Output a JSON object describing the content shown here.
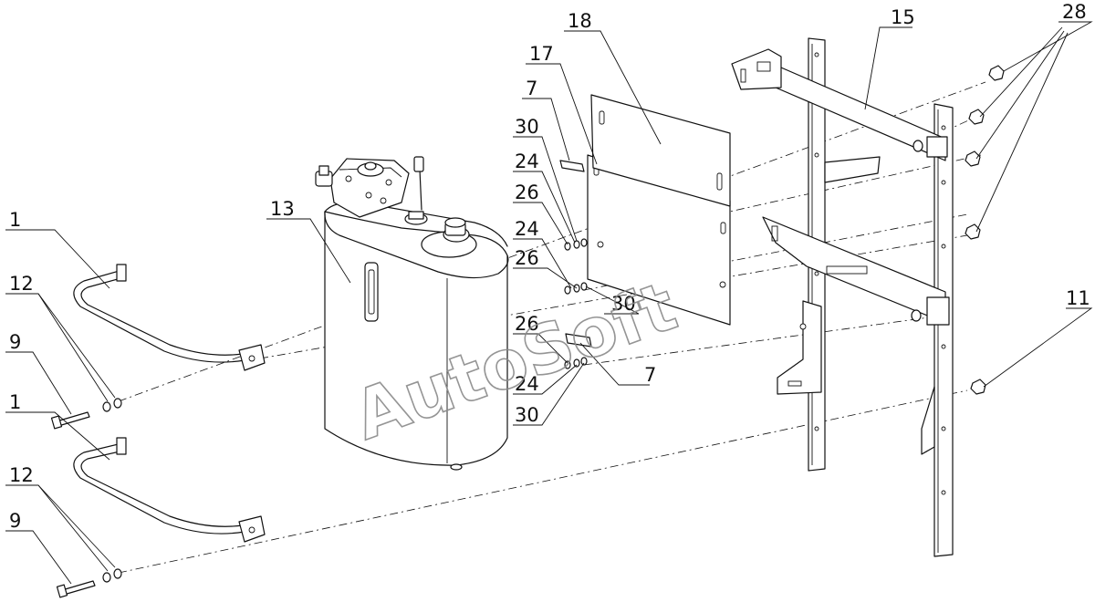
{
  "watermark": "AutoSoft",
  "callouts": {
    "c1_top": "1",
    "c12_top": "12",
    "c9_top": "9",
    "c1_bot": "1",
    "c12_bot": "12",
    "c9_bot": "9",
    "c13": "13",
    "c30_a": "30",
    "c24_a": "24",
    "c26_a": "26",
    "c24_b": "24",
    "c26_b": "26",
    "c26_c": "26",
    "c24_c": "24",
    "c30_c": "30",
    "c7_top": "7",
    "c17": "17",
    "c18": "18",
    "c30_b": "30",
    "c7_bot": "7",
    "c15": "15",
    "c28": "28",
    "c11": "11"
  }
}
